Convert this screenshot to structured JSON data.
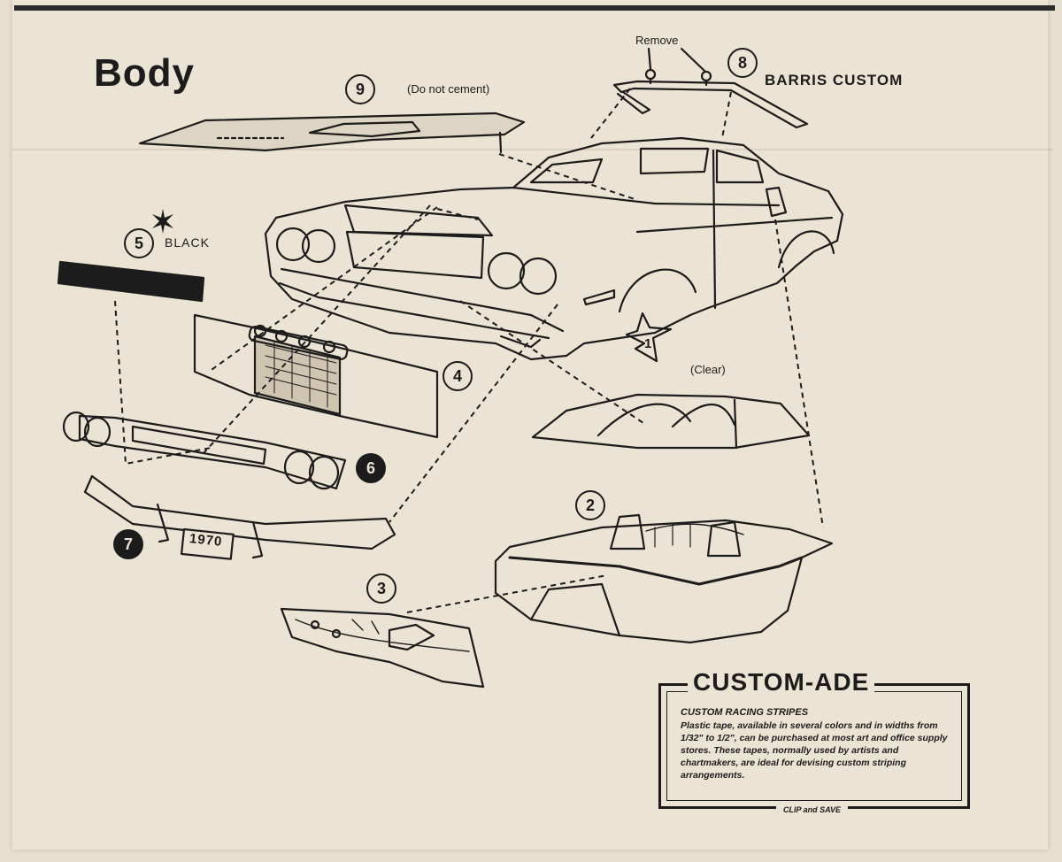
{
  "title": "Body",
  "labels": {
    "do_not_cement": "(Do not cement)",
    "remove": "Remove",
    "barris_custom": "BARRIS CUSTOM",
    "black": "BLACK",
    "clear": "(Clear)",
    "plate": "1970"
  },
  "parts": {
    "p1": "1",
    "p2": "2",
    "p3": "3",
    "p4": "4",
    "p5": "5",
    "p6": "6",
    "p7": "7",
    "p8": "8",
    "p9": "9"
  },
  "custom_ade": {
    "title": "CUSTOM-ADE",
    "heading": "CUSTOM RACING STRIPES",
    "body": "Plastic tape, available in several colors and in widths from 1/32\" to 1/2\", can be purchased at most art and office supply stores. These tapes, normally used by artists and chartmakers, are ideal for devising custom striping arrangements.",
    "footer": "CLIP and SAVE"
  },
  "colors": {
    "ink": "#1c1c1c",
    "paper": "#ebe3d3"
  }
}
